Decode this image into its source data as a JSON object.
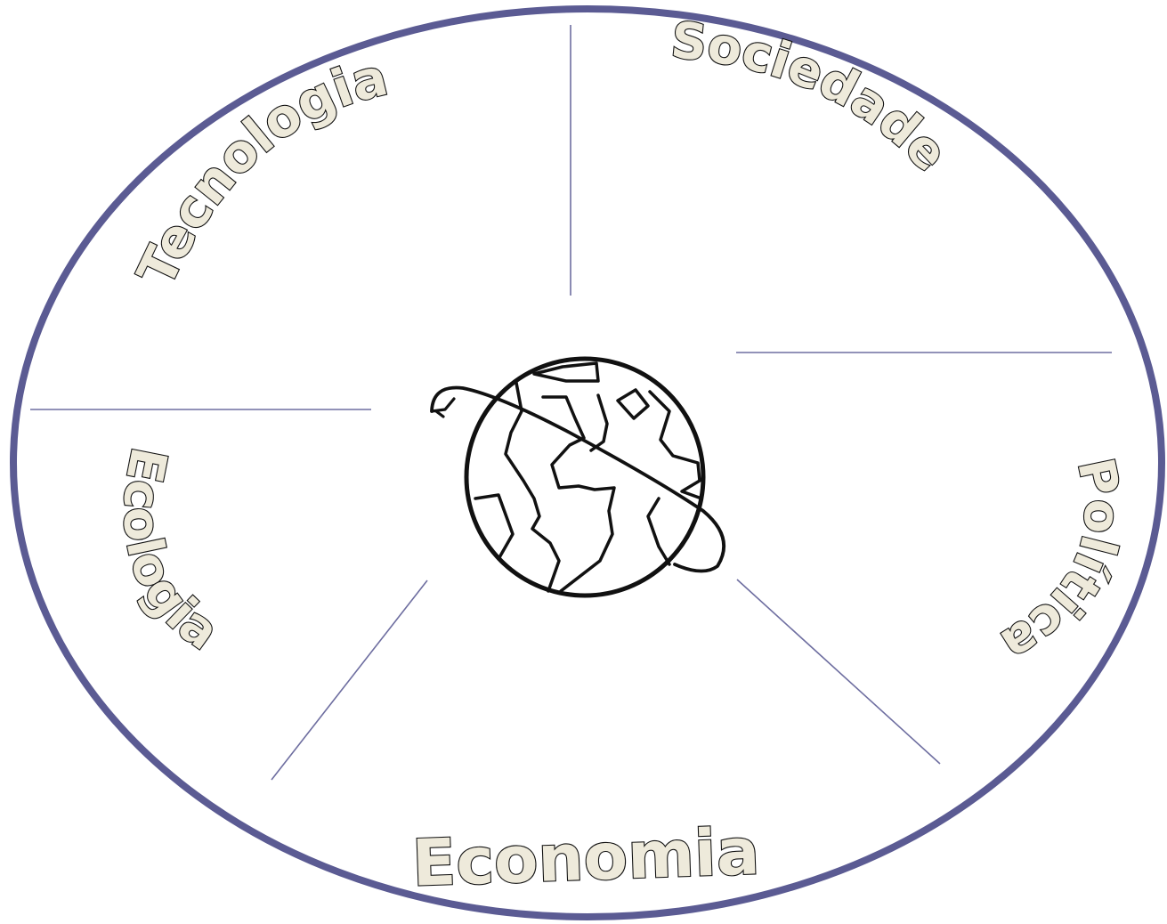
{
  "diagram": {
    "labels": {
      "tecnologia": "Tecnologia",
      "sociedade": "Sociedade",
      "politica": "Política",
      "economia": "Economia",
      "ecologia": "Ecologia"
    },
    "center_icon": "globe-with-orbit-icon",
    "colors": {
      "outline": "#5b5b93",
      "divider": "#6e6ea0",
      "label_fill": "#eeeadb",
      "label_stroke": "#111111",
      "globe": "#111111"
    }
  }
}
